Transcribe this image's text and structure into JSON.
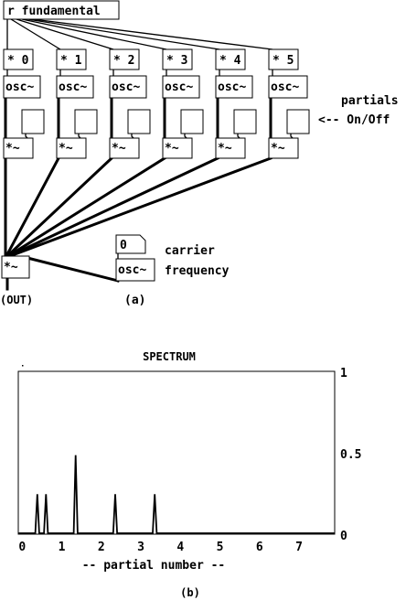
{
  "patch": {
    "receive_label": "r fundamental",
    "partials": [
      {
        "mult_label": "* 0",
        "osc_label": "osc~",
        "amp_label": "*~"
      },
      {
        "mult_label": "* 1",
        "osc_label": "osc~",
        "amp_label": "*~"
      },
      {
        "mult_label": "* 2",
        "osc_label": "osc~",
        "amp_label": "*~"
      },
      {
        "mult_label": "* 3",
        "osc_label": "osc~",
        "amp_label": "*~"
      },
      {
        "mult_label": "* 4",
        "osc_label": "osc~",
        "amp_label": "*~"
      },
      {
        "mult_label": "* 5",
        "osc_label": "osc~",
        "amp_label": "*~"
      }
    ],
    "partials_note": [
      "partials",
      "<-- On/Off"
    ],
    "carrier_number": "0",
    "carrier_osc_label": "osc~",
    "carrier_note": [
      "carrier",
      "frequency"
    ],
    "output_amp_label": "*~",
    "out_label": "(OUT)",
    "caption_a": "(a)"
  },
  "chart_data": {
    "type": "line",
    "title": "SPECTRUM",
    "xlabel": "-- partial number --",
    "ylabel": "",
    "x_ticks": [
      "0",
      "1",
      "2",
      "3",
      "4",
      "5",
      "6",
      "7"
    ],
    "y_ticks": [
      "1",
      "0.5",
      "0"
    ],
    "xlim": [
      -0.1,
      7.9
    ],
    "ylim": [
      0,
      1
    ],
    "grid": false,
    "series": [
      {
        "x": [
          -0.1,
          0.33,
          0.38,
          0.43,
          0.55,
          0.6,
          0.65,
          1.3,
          1.35,
          1.4,
          2.3,
          2.35,
          2.4,
          3.3,
          3.35,
          3.4,
          7.9
        ],
        "y": [
          0,
          0,
          0.24,
          0,
          0,
          0.24,
          0,
          0,
          0.48,
          0,
          0,
          0.24,
          0,
          0,
          0.24,
          0,
          0
        ]
      }
    ],
    "caption": "(b)"
  }
}
